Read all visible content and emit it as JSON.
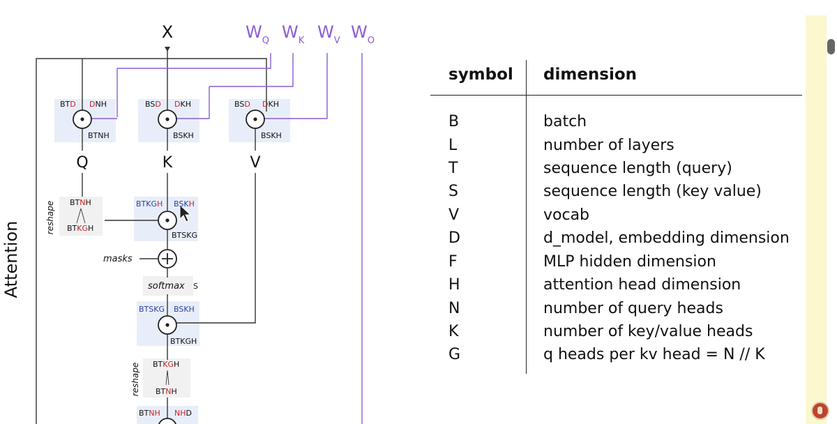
{
  "diagram": {
    "input_label": "X",
    "weights": [
      {
        "base": "W",
        "sub": "Q"
      },
      {
        "base": "W",
        "sub": "K"
      },
      {
        "base": "W",
        "sub": "V"
      },
      {
        "base": "W",
        "sub": "O"
      }
    ],
    "section_label": "Attention",
    "proj_q": {
      "in1a": "BT",
      "in1b": "D",
      "in2a": "D",
      "in2b": "NH",
      "out": "BTNH"
    },
    "proj_k": {
      "in1a": "BS",
      "in1b": "D",
      "in2a": "D",
      "in2b": "KH",
      "out": "BSKH"
    },
    "proj_v": {
      "in1a": "BS",
      "in1b": "D",
      "in2a": "D",
      "in2b": "KH",
      "out": "BSKH"
    },
    "q_label": "Q",
    "k_label": "K",
    "v_label": "V",
    "reshape_label": "reshape",
    "reshape1": {
      "top_a": "BT",
      "top_b": "N",
      "top_c": "H",
      "bot_a": "BT",
      "bot_b": "KG",
      "bot_c": "H"
    },
    "scores": {
      "in1a": "BTKG",
      "in1b": "H",
      "in2a": "BSK",
      "in2b": "H",
      "out": "BTSKG"
    },
    "masks_label": "masks",
    "softmax_label": "softmax",
    "softmax_axis": "S",
    "attn_v": {
      "in1a": "BTSKG",
      "in2a": "BSKH",
      "out": "BTKGH"
    },
    "reshape2": {
      "top_a": "BT",
      "top_b": "KG",
      "top_c": "H",
      "bot_a": "BT",
      "bot_b": "N",
      "bot_c": "H"
    },
    "out_proj": {
      "in1a": "BT",
      "in1b": "NH",
      "in2a": "NH",
      "in2b": "D"
    },
    "colors": {
      "purple": "#8a5cd6",
      "red": "#cc2222",
      "blue": "#2b3fa8",
      "box": "#e8eef9"
    }
  },
  "table": {
    "header_symbol": "symbol",
    "header_dimension": "dimension",
    "rows": [
      {
        "symbol": "B",
        "dimension": "batch"
      },
      {
        "symbol": "L",
        "dimension": "number of layers"
      },
      {
        "symbol": "T",
        "dimension": "sequence length (query)"
      },
      {
        "symbol": "S",
        "dimension": "sequence length (key value)"
      },
      {
        "symbol": "V",
        "dimension": "vocab"
      },
      {
        "symbol": "D",
        "dimension": "d_model, embedding dimension"
      },
      {
        "symbol": "F",
        "dimension": "MLP hidden dimension"
      },
      {
        "symbol": "H",
        "dimension": "attention head dimension"
      },
      {
        "symbol": "N",
        "dimension": "number of query heads"
      },
      {
        "symbol": "K",
        "dimension": "number of key/value heads"
      },
      {
        "symbol": "G",
        "dimension": "q heads per kv head = N // K"
      }
    ]
  }
}
